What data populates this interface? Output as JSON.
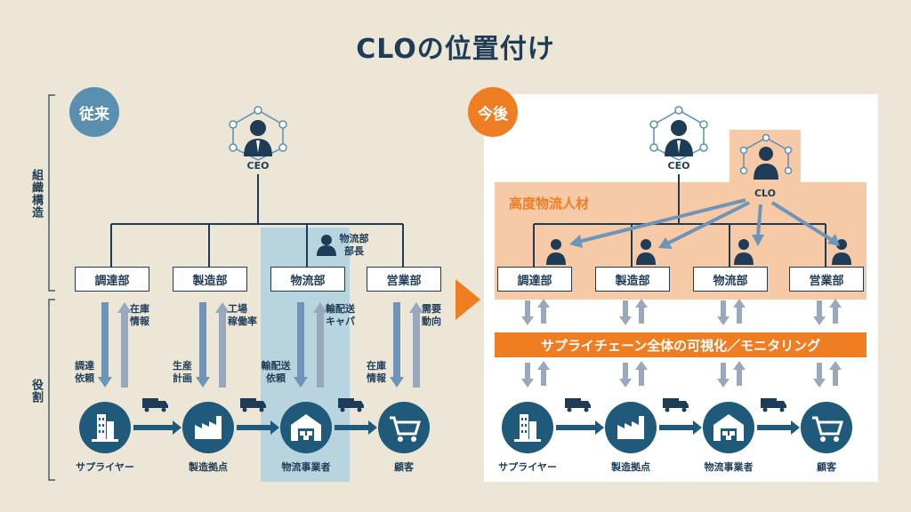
{
  "title": "CLOの位置付け",
  "side_labels": {
    "structure": "組織構造",
    "role": "役割"
  },
  "before": {
    "badge": "従来",
    "ceo": "CEO",
    "departments": [
      "調達部",
      "製造部",
      "物流部",
      "営業部"
    ],
    "logistics_head": "物流部\n部長",
    "flows": [
      {
        "down": "調達\n依頼",
        "up": "在庫\n情報"
      },
      {
        "down": "生産\n計画",
        "up": "工場\n稼働率"
      },
      {
        "down": "輸配送\n依頼",
        "up": "輸配送\nキャパ"
      },
      {
        "down": "在庫\n情報",
        "up": "需要\n動向"
      }
    ],
    "actors": [
      "サプライヤー",
      "製造拠点",
      "物流事業者",
      "顧客"
    ]
  },
  "after": {
    "badge": "今後",
    "ceo": "CEO",
    "clo": "CLO",
    "talent_label": "高度物流人材",
    "departments": [
      "調達部",
      "製造部",
      "物流部",
      "営業部"
    ],
    "banner": "サプライチェーン全体の可視化／モニタリング",
    "actors": [
      "サプライヤー",
      "製造拠点",
      "物流事業者",
      "顧客"
    ]
  },
  "colors": {
    "navy": "#1f3c57",
    "teal": "#1f5a7a",
    "orange": "#ef7d22",
    "peach": "#f6c9a7",
    "lightblue": "#b8d4df",
    "badge_blue": "#5a8fb0",
    "arrow_gray": "#9aa8bd",
    "arrow_blue": "#6e95b8"
  }
}
